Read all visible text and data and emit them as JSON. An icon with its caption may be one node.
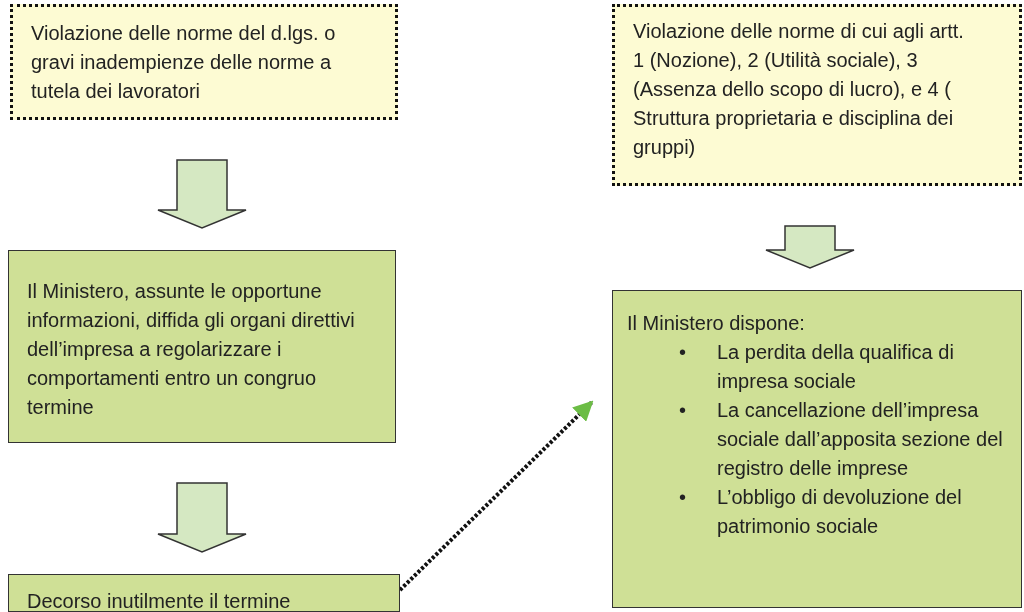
{
  "diagram": {
    "nodes": [
      {
        "text": [
          "Violazione delle norme del d.lgs. o gravi inadempienze delle norme a tutela dei lavoratori"
        ]
      },
      {
        "text": [
          "Violazione delle norme di cui agli artt. 1 (Nozione), 2 (Utilità sociale), 3 (Assenza dello scopo di lucro),  e 4 ( Struttura proprietaria e disciplina dei gruppi)"
        ]
      },
      {
        "text": [
          "Il Ministero, assunte le opportune informazioni, diffida gli organi direttivi dell’impresa a regolarizzare i comportamenti entro un congruo termine"
        ]
      },
      {
        "text": [
          "Il Ministero dispone:",
          "La perdita della qualifica di impresa sociale",
          "La cancellazione dell’impresa sociale dall’apposita sezione del registro delle imprese",
          "L’obbligo di devoluzione del patrimonio sociale"
        ]
      },
      {
        "text": [
          "Decorso inutilmente il termine"
        ]
      }
    ],
    "edges": [
      {
        "from": 0,
        "to": 2,
        "arrow": "to",
        "style": "thick"
      },
      {
        "from": 2,
        "to": 4,
        "arrow": "to",
        "style": "thick"
      },
      {
        "from": 1,
        "to": 3,
        "arrow": "to",
        "style": "thick"
      },
      {
        "from": 4,
        "to": 3,
        "arrow": "to",
        "style": "dashed"
      }
    ],
    "labels": [
      "•",
      "•",
      "•"
    ]
  }
}
